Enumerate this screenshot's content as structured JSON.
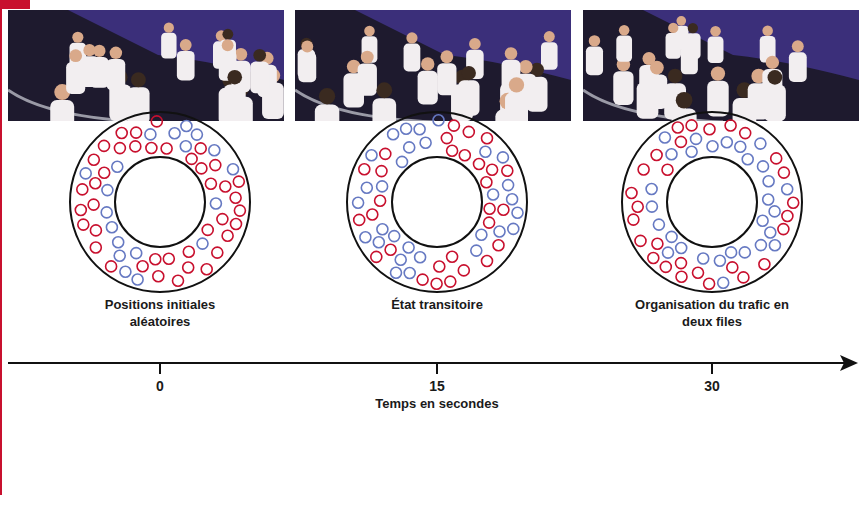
{
  "diagram": {
    "labels": [
      "Positions initiales aléatoires",
      "État transitoire",
      "Organisation du trafic en deux files",
      "0",
      "15",
      "30",
      "Temps en secondes"
    ]
  }
}
